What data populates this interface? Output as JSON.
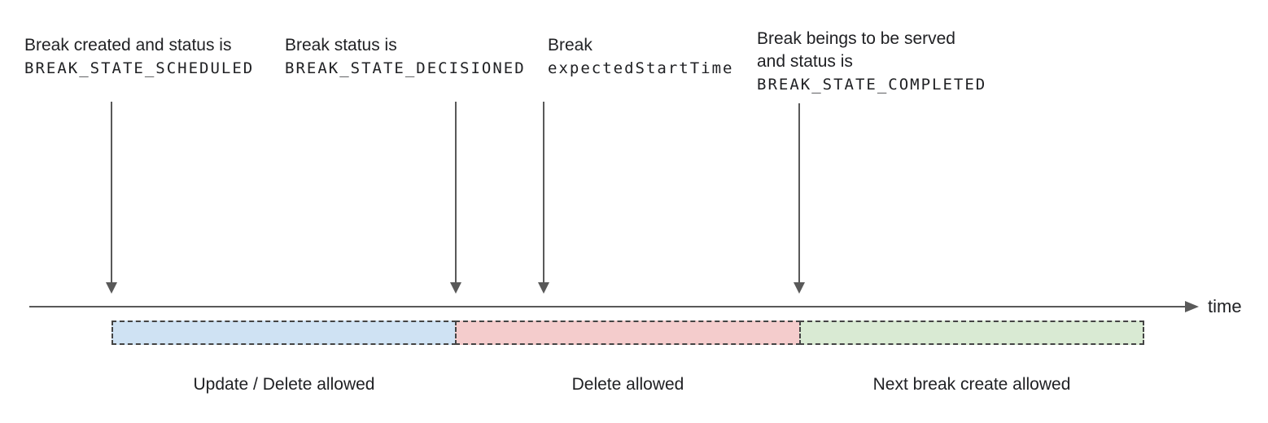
{
  "diagram": {
    "annotations": [
      {
        "line1": "Break created and status is",
        "code": "BREAK_STATE_SCHEDULED"
      },
      {
        "line1": "Break status is",
        "code": "BREAK_STATE_DECISIONED"
      },
      {
        "line1": "Break",
        "code": "expectedStartTime"
      },
      {
        "line1": "Break beings to be served",
        "line2": "and status is",
        "code": "BREAK_STATE_COMPLETED"
      }
    ],
    "timeline": {
      "axis_label": "time"
    },
    "segments": [
      {
        "label": "Update / Delete allowed",
        "color": "#cfe2f3"
      },
      {
        "label": "Delete allowed",
        "color": "#f4cccc"
      },
      {
        "label": "Next break create allowed",
        "color": "#d9ead3"
      }
    ],
    "colors": {
      "line": "#595959",
      "dashed_border": "#444444",
      "text": "#202124",
      "background": "#ffffff"
    }
  }
}
